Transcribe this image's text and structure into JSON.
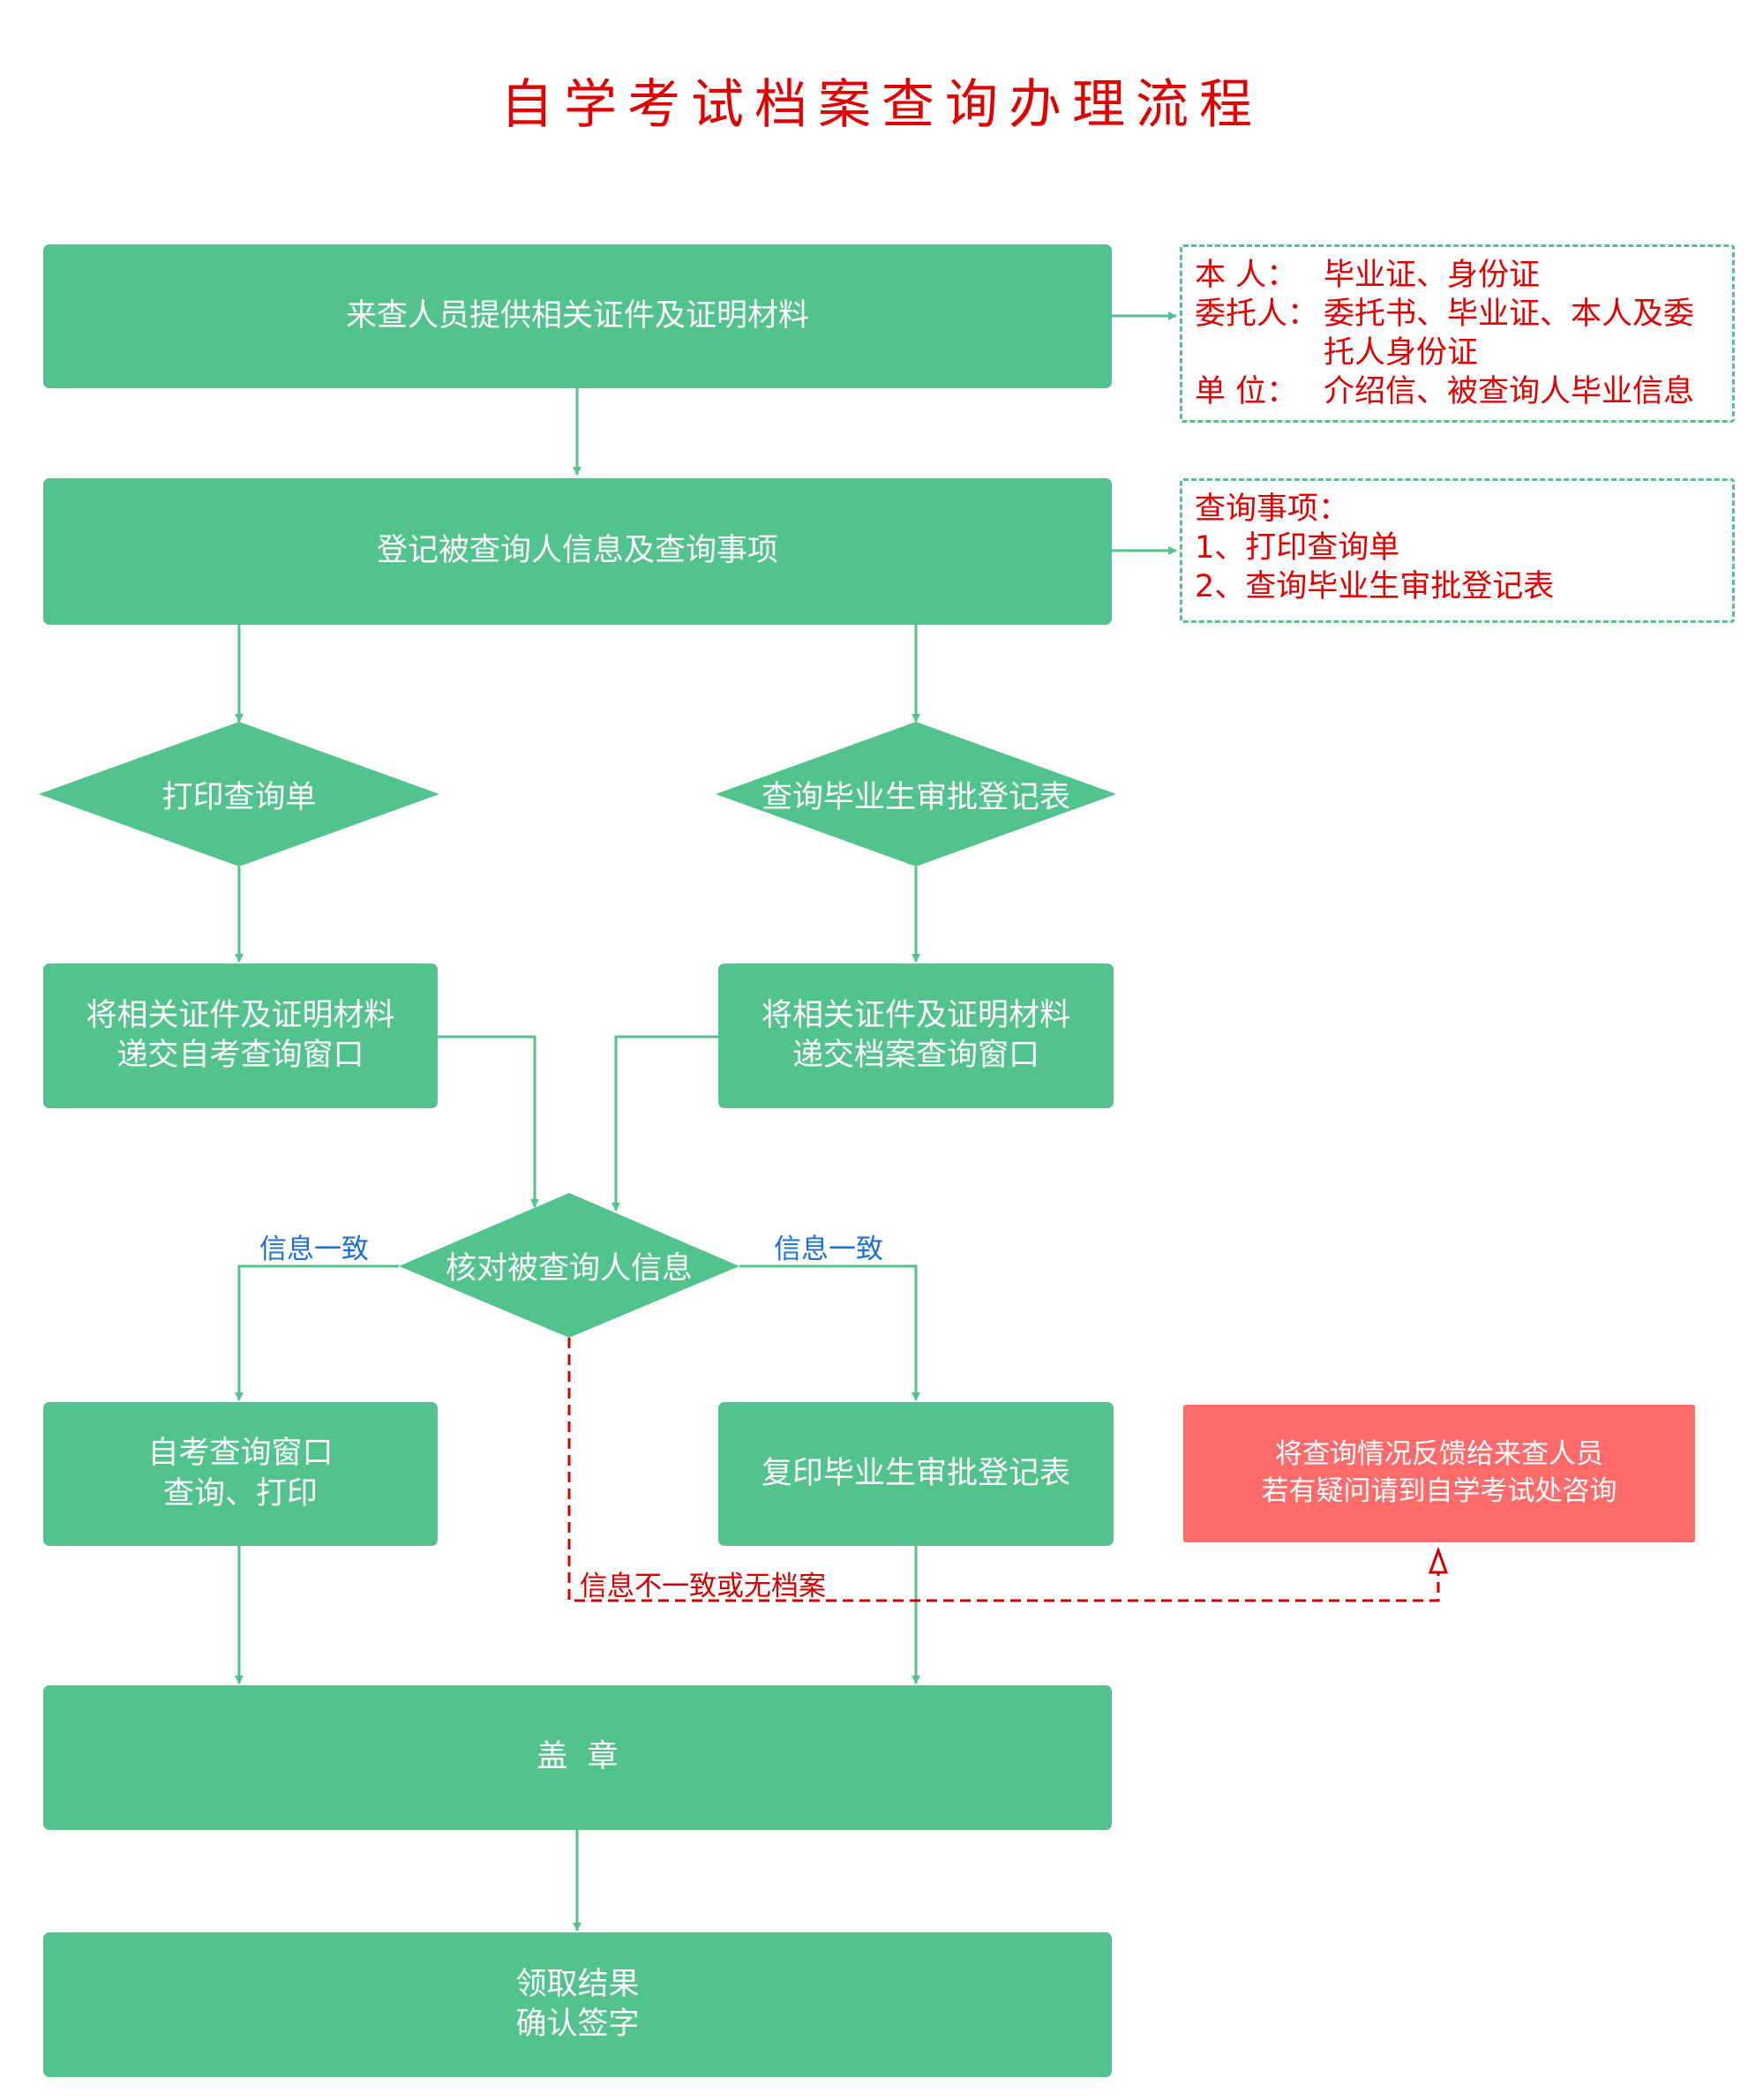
{
  "title": "自学考试档案查询办理流程",
  "colors": {
    "node": "#52c38d",
    "title": "#e00000",
    "note_text": "#e00000",
    "alert": "#ff6b6b",
    "edge_ok": "#1b6fd6",
    "edge_fail": "#d00000"
  },
  "steps": {
    "provide_docs": "来查人员提供相关证件及证明材料",
    "register": "登记被查询人信息及查询事项",
    "print_query": "打印查询单",
    "query_approval": "查询毕业生审批登记表",
    "submit_self_window": [
      "将相关证件及证明材料",
      "递交自考查询窗口"
    ],
    "submit_archive_window": [
      "将相关证件及证明材料",
      "递交档案查询窗口"
    ],
    "verify": "核对被查询人信息",
    "self_window_print": [
      "自考查询窗口",
      "查询、打印"
    ],
    "copy_approval": "复印毕业生审批登记表",
    "stamp": "盖  章",
    "collect": [
      "领取结果",
      "确认签字"
    ]
  },
  "required_docs": {
    "self": {
      "label": "本    人：",
      "value": "毕业证、身份证"
    },
    "trustee": {
      "label": "委托人：",
      "value": [
        "委托书、毕业证、本人及委",
        "托人身份证"
      ]
    },
    "unit": {
      "label": "单    位：",
      "value": "介绍信、被查询人毕业信息"
    }
  },
  "query_items": {
    "heading": "查询事项：",
    "items": [
      "1、打印查询单",
      "2、查询毕业生审批登记表"
    ]
  },
  "feedback": [
    "将查询情况反馈给来查人员",
    "若有疑问请到自学考试处咨询"
  ],
  "edge_labels": {
    "match_left": "信息一致",
    "match_right": "信息一致",
    "mismatch": "信息不一致或无档案"
  }
}
